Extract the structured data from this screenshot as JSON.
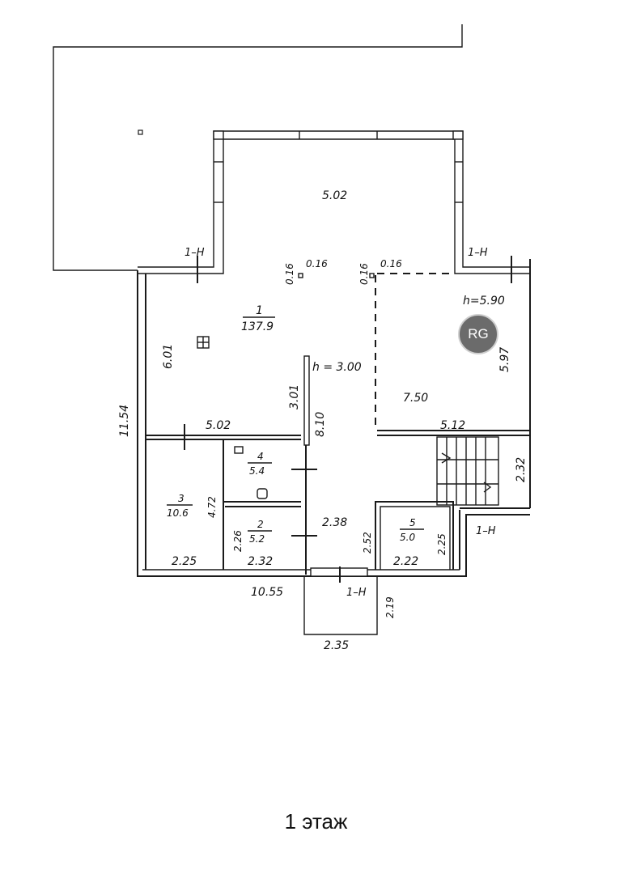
{
  "plan": {
    "rooms": [
      {
        "number": "1",
        "area": "137.9"
      },
      {
        "number": "2",
        "area": "5.2"
      },
      {
        "number": "3",
        "area": "10.6"
      },
      {
        "number": "4",
        "area": "5.4"
      },
      {
        "number": "5",
        "area": "5.0"
      }
    ],
    "dims": {
      "top_width": "5.02",
      "left_stub": "0.16",
      "right_stub": "0.16",
      "left_stub_v": "0.16",
      "right_stub_v": "0.16",
      "height_right": "h=5.90",
      "height_main": "h = 3.00",
      "right_depth": "5.97",
      "left_depth": "6.01",
      "total_height": "11.54",
      "inner_wall": "3.01",
      "inner_wall_2": "8.10",
      "right_width": "7.50",
      "left_width_mid": "5.02",
      "right_width_mid": "5.12",
      "stair_depth": "2.32",
      "room3_height": "4.72",
      "room2_height": "2.26",
      "corridor_width": "2.38",
      "room5_height_left": "2.52",
      "room5_height_right": "2.25",
      "room3_width": "2.25",
      "room2_width": "2.32",
      "room5_width": "2.22",
      "bottom_total": "10.55",
      "porch_depth": "2.19",
      "porch_width": "2.35"
    },
    "sections": [
      "1–Н",
      "1–Н",
      "1–Н",
      "1–Н"
    ]
  },
  "logo": {
    "text": "RG"
  },
  "footer": {
    "label": "1 этаж"
  }
}
